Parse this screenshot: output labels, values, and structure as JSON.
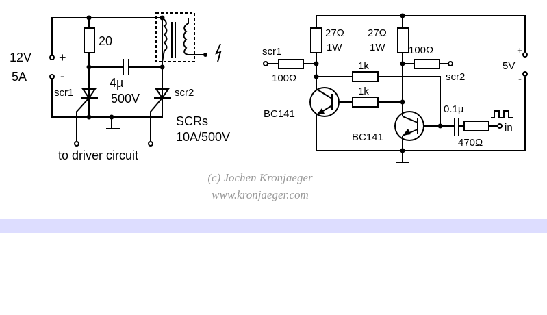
{
  "left_circuit": {
    "supply_voltage": "12V",
    "supply_current": "5A",
    "plus": "+",
    "minus": "-",
    "resistor": "20",
    "capacitor": "4µ",
    "capacitor_voltage": "500V",
    "scr1": "scr1",
    "scr2": "scr2",
    "scr_label": "SCRs",
    "scr_rating": "10A/500V",
    "driver_label": "to driver circuit"
  },
  "right_circuit": {
    "scr1": "scr1",
    "scr2": "scr2",
    "r_scr1": "100Ω",
    "r_scr2": "100Ω",
    "r_coll1": "27Ω",
    "r_coll1_power": "1W",
    "r_coll2": "27Ω",
    "r_coll2_power": "1W",
    "r_cross1": "1k",
    "r_cross2": "1k",
    "transistor1": "BC141",
    "transistor2": "BC141",
    "cap_in": "0.1µ",
    "r_in": "470Ω",
    "input": "in",
    "supply": "5V",
    "plus": "+",
    "minus": "-"
  },
  "copyright": {
    "line1": "(c) Jochen Kronjaeger",
    "line2": "www.kronjaeger.com"
  },
  "colors": {
    "bar": "#ddddff"
  }
}
